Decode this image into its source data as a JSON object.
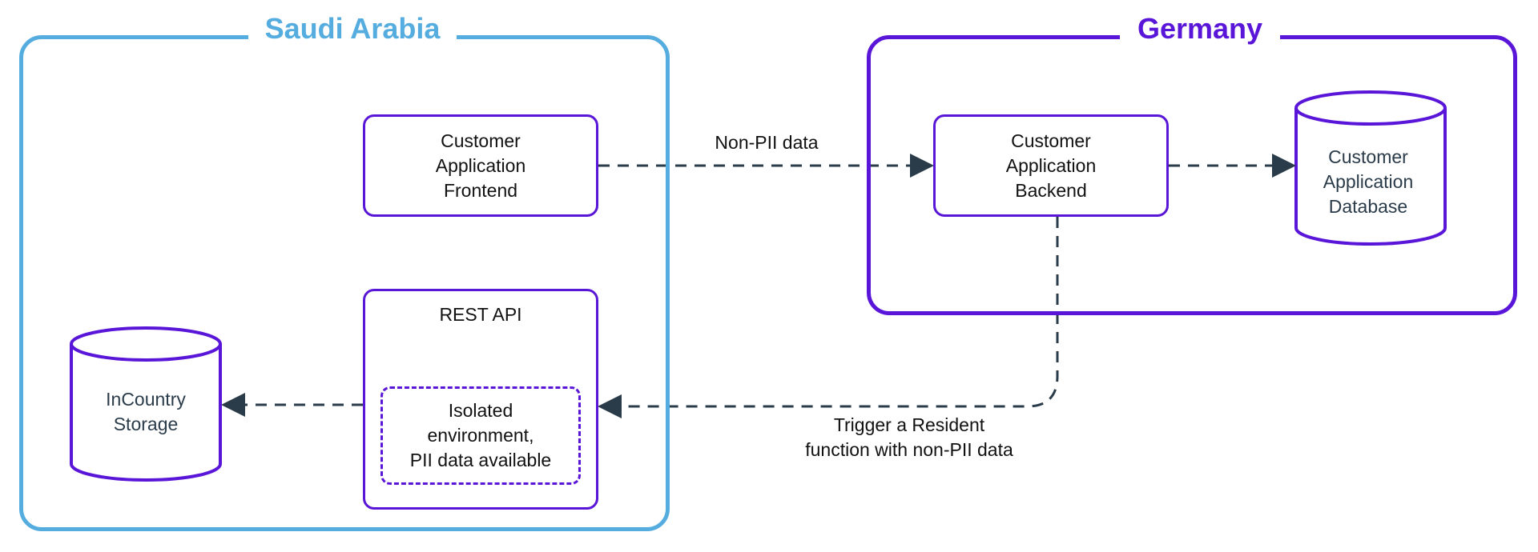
{
  "regions": {
    "saudi_arabia": {
      "title": "Saudi Arabia",
      "color": "#55acdf"
    },
    "germany": {
      "title": "Germany",
      "color": "#5a16d8"
    }
  },
  "nodes": {
    "frontend": {
      "lines": [
        "Customer",
        "Application",
        "Frontend"
      ]
    },
    "backend": {
      "lines": [
        "Customer",
        "Application",
        "Backend"
      ]
    },
    "database": {
      "lines": [
        "Customer",
        "Application",
        "Database"
      ]
    },
    "rest_api": {
      "title": "REST API",
      "isolated": {
        "lines": [
          "Isolated",
          "environment,",
          "PII data available"
        ]
      }
    },
    "storage": {
      "lines": [
        "InCountry",
        "Storage"
      ]
    }
  },
  "edges": {
    "frontend_to_backend": {
      "label": "Non-PII data"
    },
    "backend_to_rest_api": {
      "label_lines": [
        "Trigger a Resident",
        "function with non-PII data"
      ]
    }
  },
  "colors": {
    "node_border": "#5a16d8",
    "arrow": "#2a3b4a",
    "text": "#111111"
  }
}
